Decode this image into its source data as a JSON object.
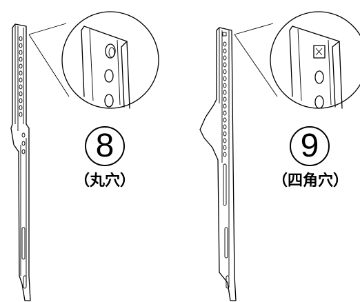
{
  "parts": [
    {
      "number": "8",
      "label": "（丸穴）"
    },
    {
      "number": "9",
      "label": "（四角穴）"
    }
  ]
}
